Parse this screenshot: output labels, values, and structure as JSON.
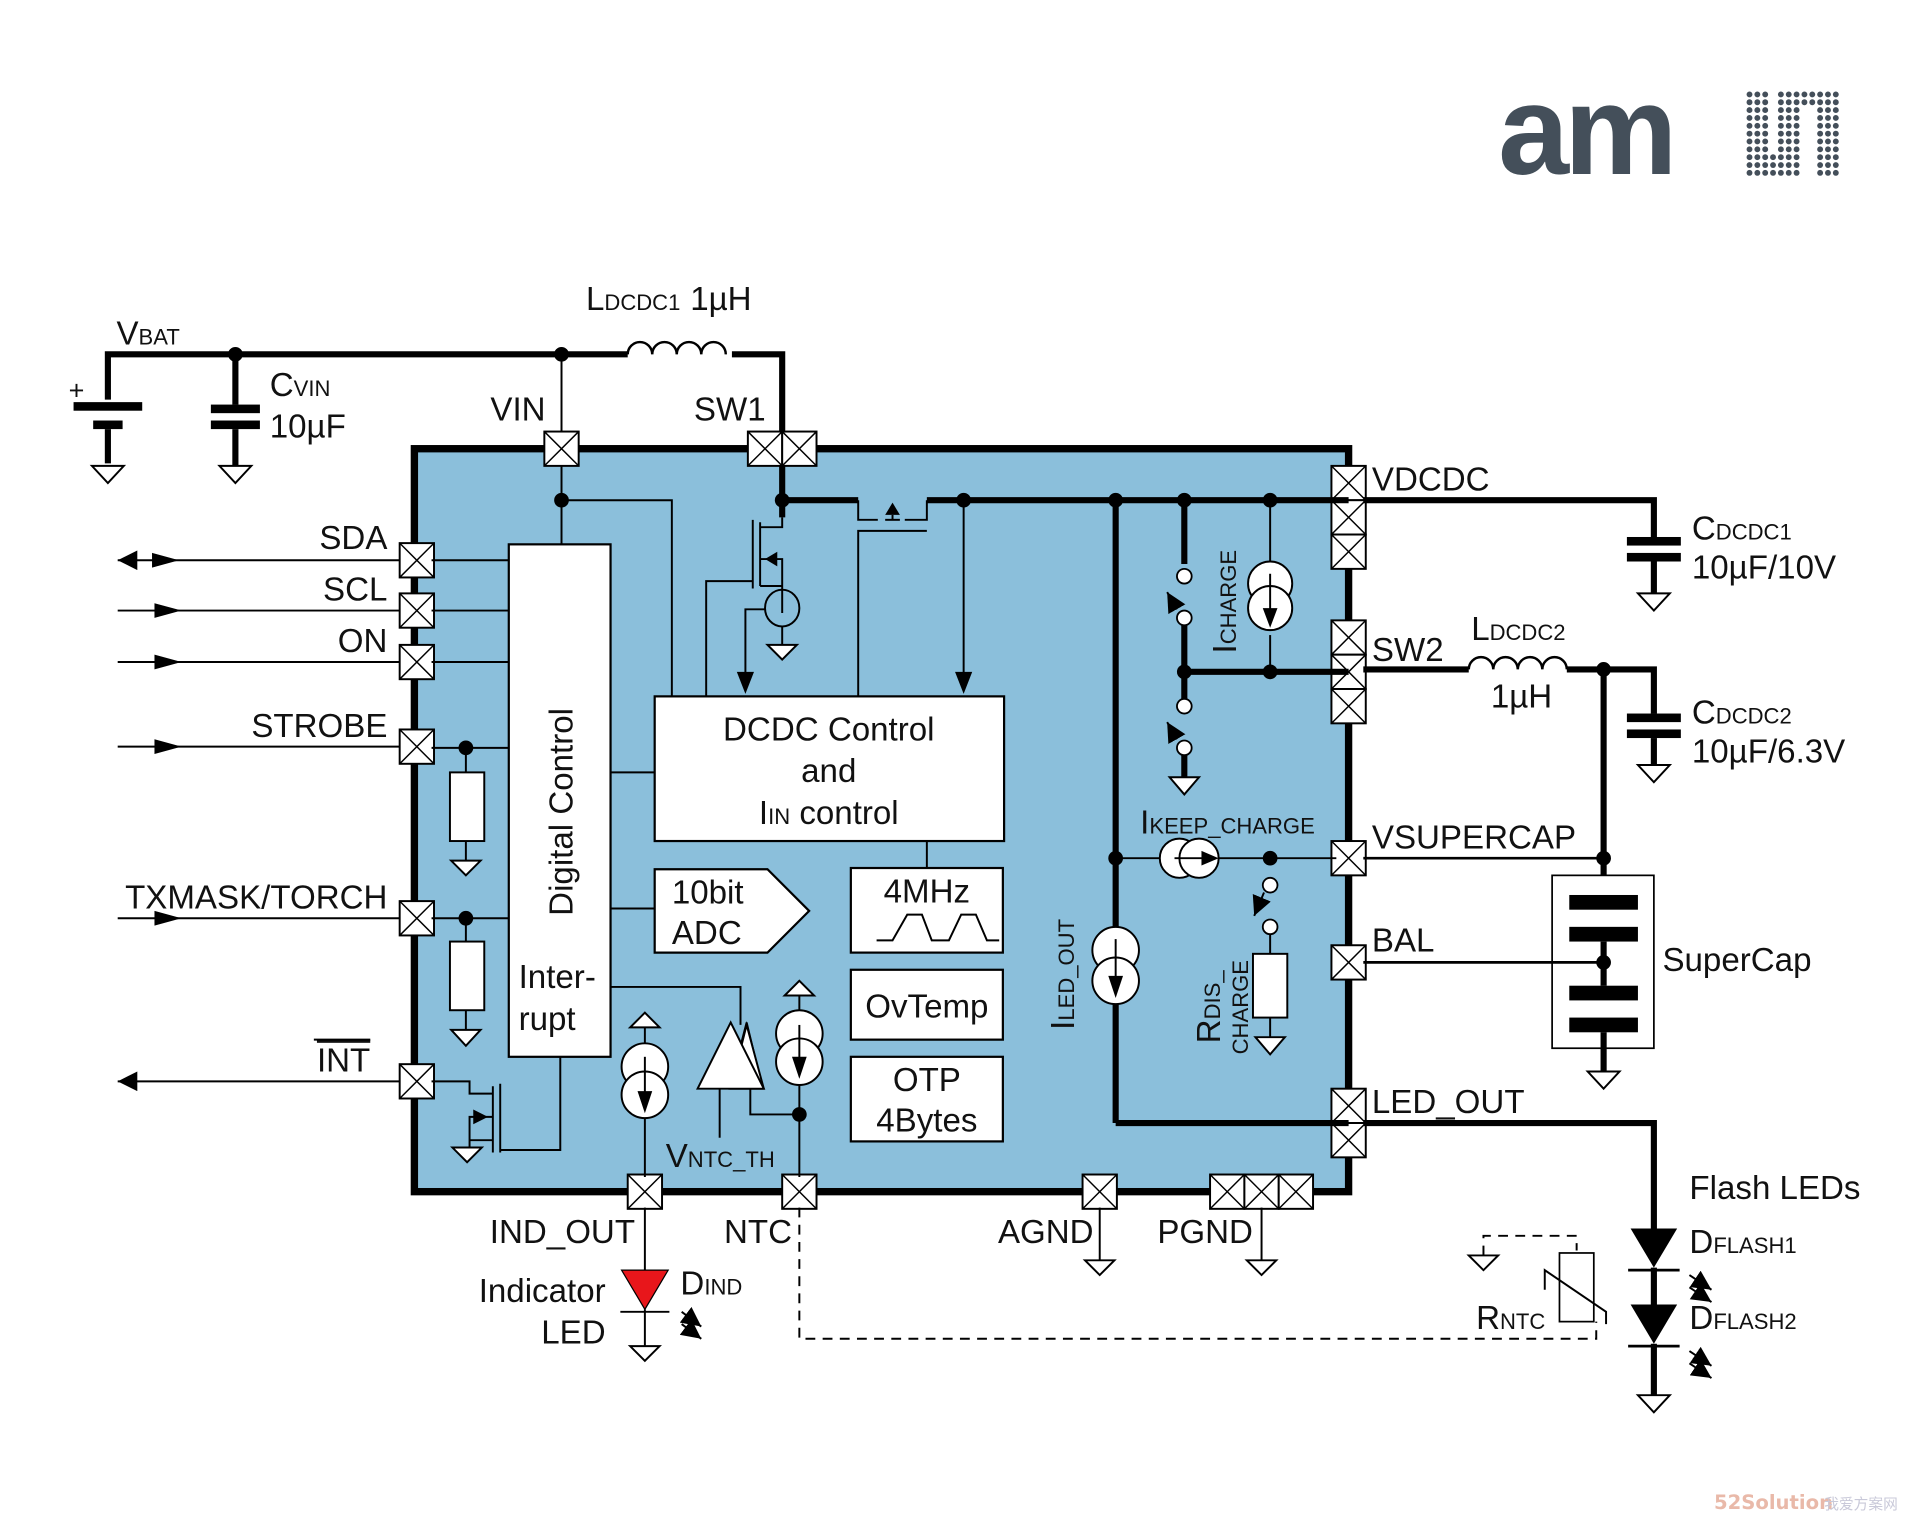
{
  "logo": {
    "text": "am",
    "dotted_suffix": "s"
  },
  "colors": {
    "chip_fill": "#8bbfdb",
    "led_indicator": "#e8161b",
    "logo": "#444f5a"
  },
  "labels": {
    "vbat": {
      "main": "V",
      "sub": "BAT"
    },
    "cvin": {
      "main": "C",
      "sub": "VIN",
      "value": "10µF"
    },
    "ldcdc1": {
      "main": "L",
      "sub": "DCDC1",
      "value": "1µH"
    },
    "vin": "VIN",
    "sw1": "SW1",
    "vdcdc": "VDCDC",
    "sw2": "SW2",
    "vsupercap": "VSUPERCAP",
    "bal": "BAL",
    "led_out": "LED_OUT",
    "cdcdc1": {
      "main": "C",
      "sub": "DCDC1",
      "value": "10µF/10V"
    },
    "cdcdc2": {
      "main": "C",
      "sub": "DCDC2",
      "value": "10µF/6.3V"
    },
    "ldcdc2": {
      "main": "L",
      "sub": "DCDC2",
      "value": "1µH"
    },
    "supercap": "SuperCap",
    "flash_leds": "Flash LEDs",
    "dflash1": {
      "main": "D",
      "sub": "FLASH1"
    },
    "dflash2": {
      "main": "D",
      "sub": "FLASH2"
    },
    "rntc": {
      "main": "R",
      "sub": "NTC"
    },
    "sda": "SDA",
    "scl": "SCL",
    "on": "ON",
    "strobe": "STROBE",
    "txmask": "TXMASK/TORCH",
    "int": "INT",
    "ind_out": "IND_OUT",
    "ntc": "NTC",
    "agnd": "AGND",
    "pgnd": "PGND",
    "indicator_led": [
      "Indicator",
      "LED"
    ],
    "dind": {
      "main": "D",
      "sub": "IND"
    },
    "vntc_th": {
      "main": "V",
      "sub": "NTC_TH"
    },
    "icharge": {
      "main": "I",
      "sub": "CHARGE"
    },
    "ikeep_charge": {
      "main": "I",
      "sub": "KEEP_CHARGE"
    },
    "iled_out": {
      "main": "I",
      "sub": "LED_OUT"
    },
    "rdis_charge": {
      "main": "R",
      "sub1": "DIS_",
      "sub2": "CHARGE"
    }
  },
  "blocks": {
    "digital_control": "Digital Control",
    "interrupt": [
      "Inter-",
      "rupt"
    ],
    "dcdc_control": [
      "DCDC Control",
      "and"
    ],
    "in_control": {
      "main": "I",
      "sub": "IN",
      "rest": " control"
    },
    "adc": [
      "10bit",
      "ADC"
    ],
    "osc": "4MHz",
    "ovtemp": "OvTemp",
    "otp": [
      "OTP",
      "4Bytes"
    ]
  },
  "watermark": {
    "brand": "52Solution",
    "cn": "我爱方案网"
  }
}
